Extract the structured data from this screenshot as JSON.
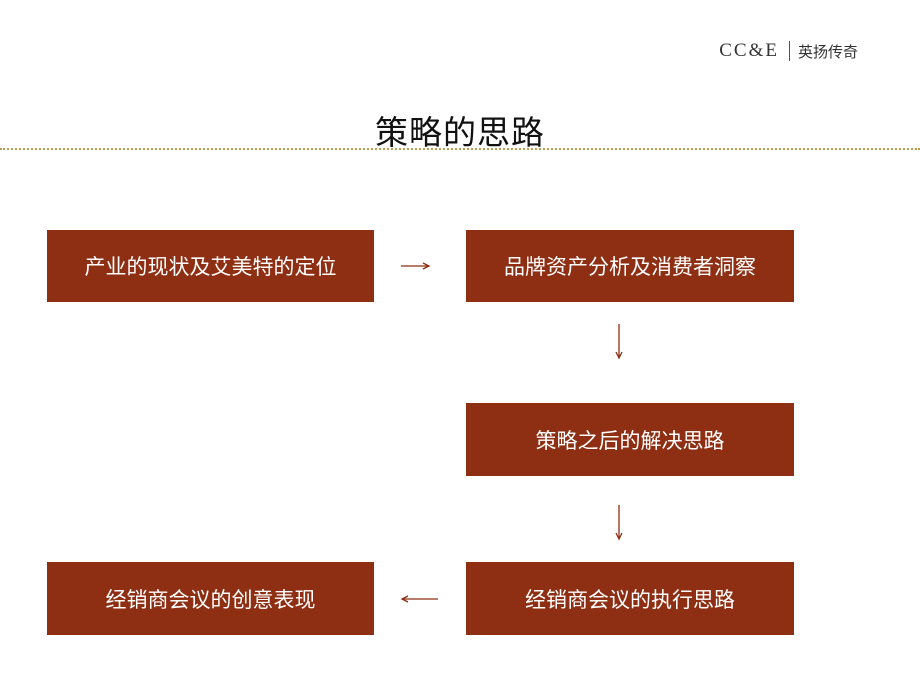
{
  "header": {
    "logo_mark": "CC&E",
    "logo_name": "英扬传奇"
  },
  "title": "策略的思路",
  "flow": {
    "steps": [
      "产业的现状及艾美特的定位",
      "品牌资产分析及消费者洞察",
      "策略之后的解决思路",
      "经销商会议的执行思路",
      "经销商会议的创意表现"
    ]
  },
  "colors": {
    "box_fill": "#8e2e12",
    "box_text": "#ffffff",
    "arrow": "#8e2e12",
    "divider": "#c49a4e"
  }
}
